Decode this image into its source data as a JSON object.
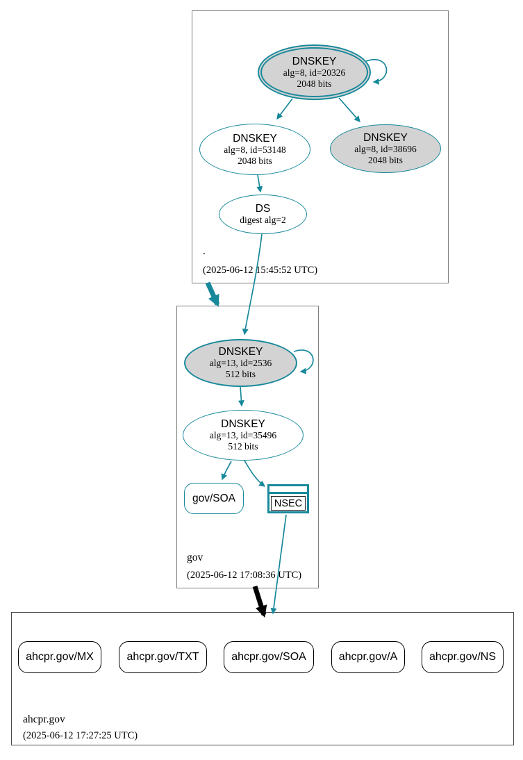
{
  "colors": {
    "teal": "#18899b",
    "node_gray": "#d3d3d3",
    "zone_border": "#7d7d7d",
    "delegation_black": "#000000"
  },
  "zones": [
    {
      "label": ".",
      "timestamp": "(2025-06-12 15:45:52 UTC)",
      "nodes": {
        "ksk": {
          "title": "DNSKEY",
          "line1": "alg=8, id=20326",
          "line2": "2048 bits"
        },
        "zsk": {
          "title": "DNSKEY",
          "line1": "alg=8, id=53148",
          "line2": "2048 bits"
        },
        "standby": {
          "title": "DNSKEY",
          "line1": "alg=8, id=38696",
          "line2": "2048 bits"
        },
        "ds": {
          "title": "DS",
          "line1": "digest alg=2"
        }
      }
    },
    {
      "label": "gov",
      "timestamp": "(2025-06-12 17:08:36 UTC)",
      "nodes": {
        "ksk": {
          "title": "DNSKEY",
          "line1": "alg=13, id=2536",
          "line2": "512 bits"
        },
        "zsk": {
          "title": "DNSKEY",
          "line1": "alg=13, id=35496",
          "line2": "512 bits"
        },
        "soa": {
          "label": "gov/SOA"
        },
        "nsec": {
          "label": "NSEC"
        }
      }
    },
    {
      "label": "ahcpr.gov",
      "timestamp": "(2025-06-12 17:27:25 UTC)",
      "rrsets": [
        {
          "label": "ahcpr.gov/MX"
        },
        {
          "label": "ahcpr.gov/TXT"
        },
        {
          "label": "ahcpr.gov/SOA"
        },
        {
          "label": "ahcpr.gov/A"
        },
        {
          "label": "ahcpr.gov/NS"
        }
      ]
    }
  ]
}
